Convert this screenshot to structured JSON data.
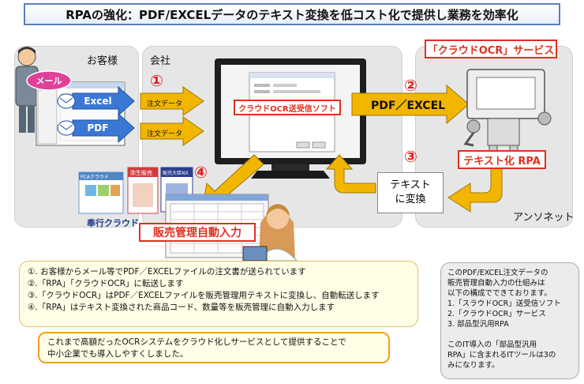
{
  "title": "RPAの強化：PDF/EXCELデータのテキスト変換を低コスト化で提供し業務を効率化",
  "panels": {
    "customer": "お客様",
    "company": "会社",
    "vendor": "アンソネット"
  },
  "labels": {
    "mail": "メール",
    "excel": "Excel",
    "pdf": "PDF",
    "order_data_1": "注文データ",
    "order_data_2": "注文データ",
    "ocr_soft": "クラウドOCR送受信ソフト",
    "pdf_excel": "PDF／EXCEL",
    "cloud_ocr_service": "「クラウドOCR」サービス",
    "text_rpa": "テキスト化 RPA",
    "text_convert_1": "テキスト",
    "text_convert_2": "に変換",
    "sales_input": "販売管理自動入力",
    "step1": "①",
    "step2": "②",
    "step3": "③",
    "step4": "④",
    "product_1": "PCAクラウド",
    "product_2": "弥生販売",
    "product_3": "販売大臣NX",
    "product_4": "奉行クラウド"
  },
  "notes": [
    "①. お客様からメール等でPDF／EXCELファイルの注文書が送られています",
    "②.「RPA」「クラウドOCR」に転送します",
    "③.「クラウドOCR」はPDF／EXCELファイルを販売管理用テキストに変換し、自動転送します",
    "④.「RPA」はテキスト変換された商品コード、数量等を販売管理に自動入力します"
  ],
  "callout": [
    "これまで高額だったOCRシステムをクラウド化しサービスとして提供することで",
    "中小企業でも導入しやすくしました。"
  ],
  "side_box": [
    "このPDF/EXCEL注文データの",
    "販売管理自動入力の仕組みは",
    "以下の構成でできております。",
    "1.「スラウドOCR」送受信ソフト",
    "2.「クラウドOCR」サービス",
    "3. 部品型汎用RPA",
    "",
    "このIT導入の「部品型汎用",
    "RPA」に含まれるITツールは3の",
    "みになります。"
  ],
  "colors": {
    "accent_red": "#e03020",
    "arrow_gold": "#f2b600",
    "arrow_edge": "#a07800",
    "pill_blue": "#2f6fcf",
    "panel_gray": "#e6e6e6"
  }
}
